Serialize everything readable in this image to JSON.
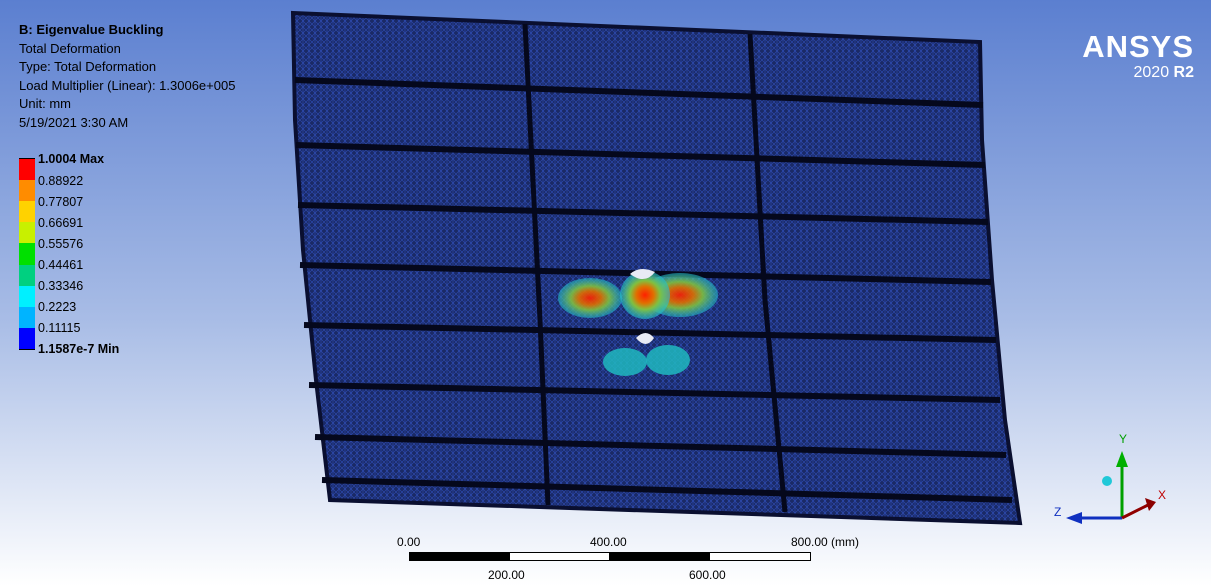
{
  "info": {
    "title": "B: Eigenvalue Buckling",
    "lines": [
      "Total Deformation",
      "Type: Total Deformation",
      "Load Multiplier (Linear): 1.3006e+005",
      "Unit: mm",
      "5/19/2021 3:30 AM"
    ]
  },
  "legend": {
    "labels": [
      "1.0004 Max",
      "0.88922",
      "0.77807",
      "0.66691",
      "0.55576",
      "0.44461",
      "0.33346",
      "0.2223",
      "0.11115",
      "1.1587e-7 Min"
    ],
    "colors": [
      "#ff0000",
      "#ff8c00",
      "#ffd200",
      "#c8f000",
      "#00e000",
      "#00d080",
      "#00f0ff",
      "#00b4ff",
      "#0000ff"
    ]
  },
  "brand": {
    "name": "ANSYS",
    "version_year": "2020",
    "version_release": "R2"
  },
  "scale_bar": {
    "top_labels": [
      "0.00",
      "400.00",
      "800.00 (mm)"
    ],
    "bottom_labels": [
      "200.00",
      "600.00"
    ]
  },
  "triad": {
    "x_label": "X",
    "y_label": "Y",
    "z_label": "Z"
  }
}
